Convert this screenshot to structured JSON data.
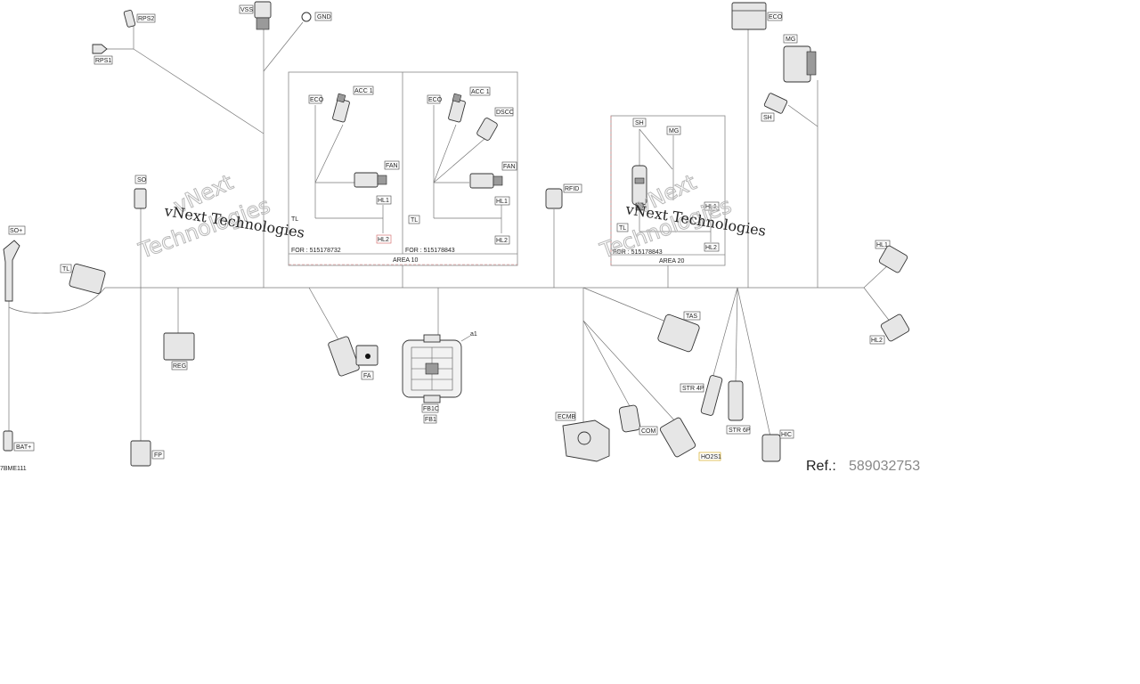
{
  "labels": {
    "rps2": "RPS2",
    "rps1": "RPS1",
    "vss": "VSS",
    "gnd": "GND",
    "eco_top": "ECO",
    "mg_right": "MG",
    "sh_right": "SH",
    "so": "SO",
    "so_plus": "SO+",
    "tl_left": "TL",
    "bat_plus": "BAT+",
    "fp": "FP",
    "reg": "REG",
    "fa": "FA",
    "a1": "a1",
    "fb1c": "FB1C",
    "fb1": "FB1",
    "rfid": "RFID",
    "tas": "TAS",
    "ecmb": "ECMB",
    "com": "COM",
    "ho2s1": "HO2S1",
    "str4p": "STR 4P",
    "str6p": "STR 6P",
    "hic": "HIC",
    "hl1_right": "HL1",
    "hl2_right": "HL2",
    "doc_code": "7BME111"
  },
  "area10": {
    "title": "AREA 10",
    "left": {
      "eco": "ECO",
      "acc1": "ACC 1",
      "fan": "FAN",
      "hl1": "HL1",
      "tl": "TL",
      "hl2": "HL2",
      "for": "FOR : 515178732"
    },
    "right": {
      "eco": "ECO",
      "acc1": "ACC 1",
      "dscc": "DSCC",
      "fan": "FAN",
      "hl1": "HL1",
      "tl": "TL",
      "hl2": "HL2",
      "for": "FOR : 515178843"
    }
  },
  "area20": {
    "title": "AREA 20",
    "sh": "SH",
    "mg": "MG",
    "hl1": "HL1",
    "tl": "TL",
    "hl2": "HL2",
    "for": "FOR : 515178843"
  },
  "watermark": {
    "line1": "vNext Technologies",
    "line2": "vNext",
    "line3": "Technologies"
  },
  "ref": {
    "label": "Ref.:",
    "number": "589032753"
  }
}
